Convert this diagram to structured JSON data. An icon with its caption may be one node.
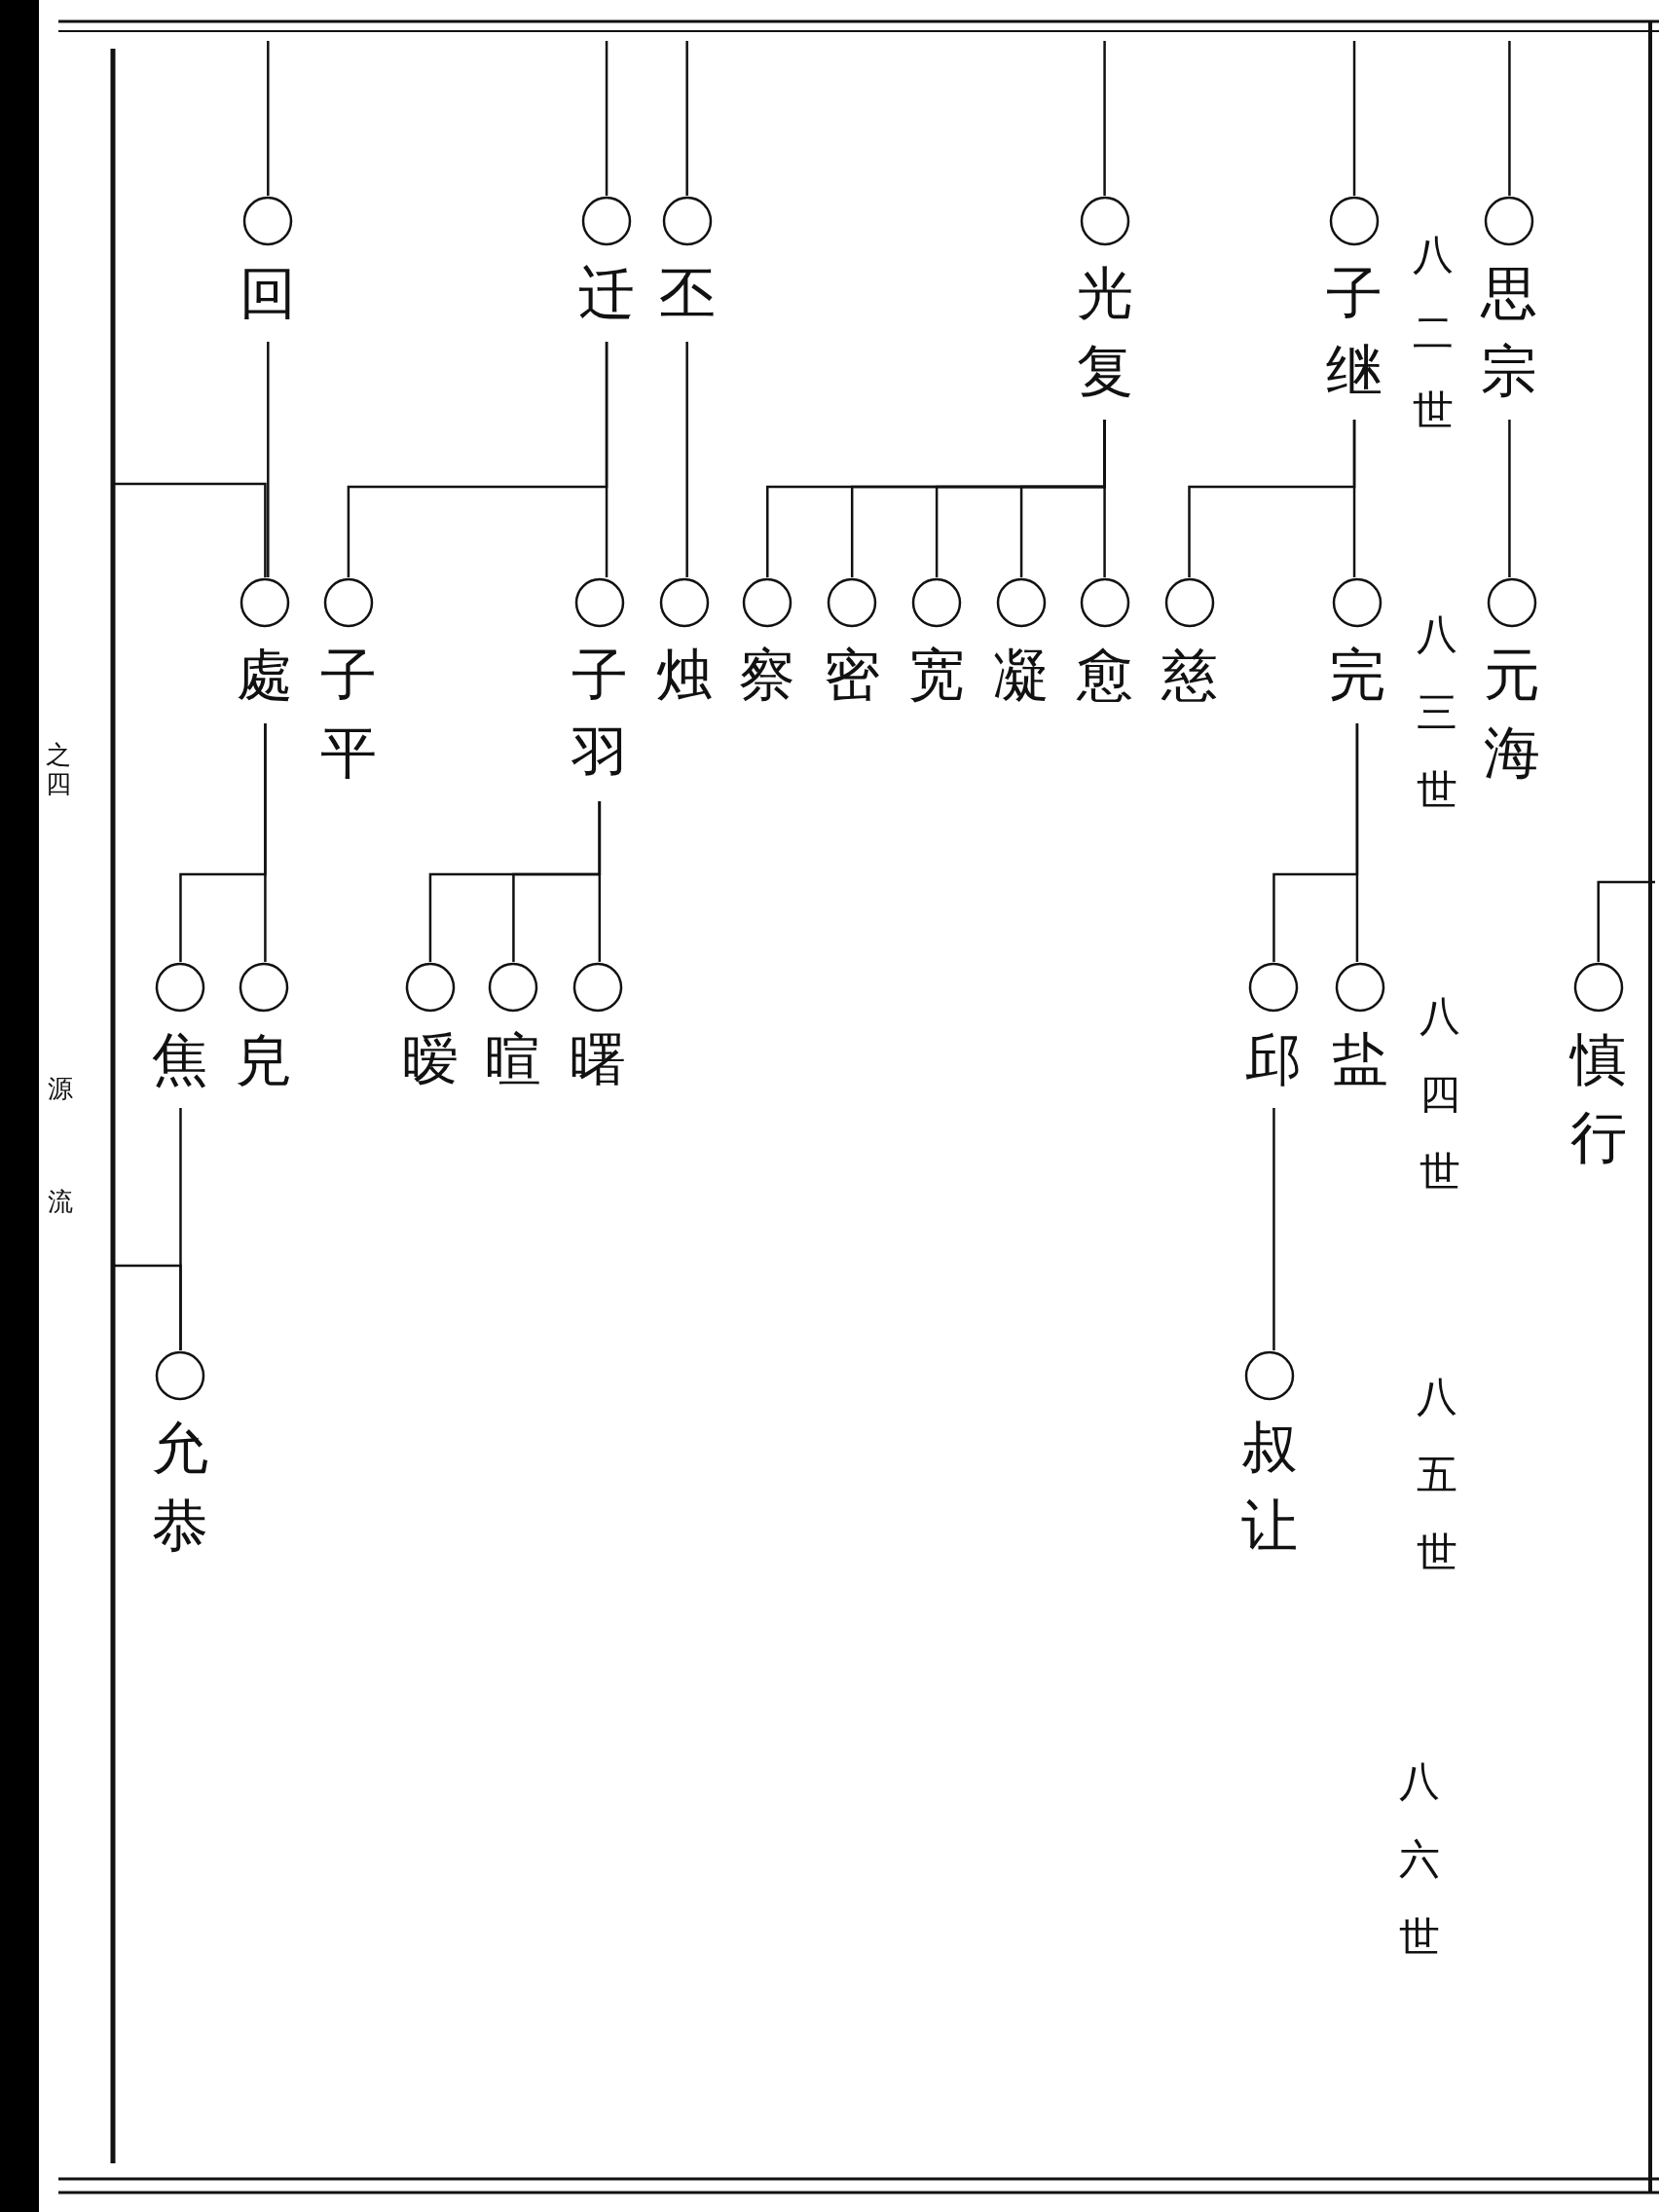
{
  "diagram": {
    "nodes": [
      {
        "text": [
          "回"
        ]
      },
      {
        "text": [
          "迁"
        ]
      },
      {
        "text": [
          "丕"
        ]
      },
      {
        "text": [
          "光复"
        ]
      },
      {
        "text": [
          "子继"
        ]
      },
      {
        "text": [
          "思宗"
        ]
      },
      {
        "text": [
          "處"
        ]
      },
      {
        "text": [
          "子平"
        ]
      },
      {
        "text": [
          "子羽"
        ]
      },
      {
        "text": [
          "烛"
        ]
      },
      {
        "text": [
          "察"
        ]
      },
      {
        "text": [
          "密"
        ]
      },
      {
        "text": [
          "宽"
        ]
      },
      {
        "text": [
          "凝"
        ]
      },
      {
        "text": [
          "愈"
        ]
      },
      {
        "text": [
          "慈"
        ]
      },
      {
        "text": [
          "完"
        ]
      },
      {
        "text": [
          "元海"
        ]
      },
      {
        "text": [
          "焦"
        ]
      },
      {
        "text": [
          "皃"
        ]
      },
      {
        "text": [
          "暧"
        ]
      },
      {
        "text": [
          "暄"
        ]
      },
      {
        "text": [
          "曙"
        ]
      },
      {
        "text": [
          "邱"
        ]
      },
      {
        "text": [
          "盐"
        ]
      },
      {
        "text": [
          "慎行"
        ]
      },
      {
        "text": [
          "允恭"
        ]
      },
      {
        "text": [
          "叔让"
        ]
      }
    ],
    "edges": [
      {
        "from": null,
        "to": 0,
        "arrow": "none"
      },
      {
        "from": null,
        "to": 1,
        "arrow": "none"
      },
      {
        "from": null,
        "to": 2,
        "arrow": "none"
      },
      {
        "from": null,
        "to": 3,
        "arrow": "none"
      },
      {
        "from": null,
        "to": 4,
        "arrow": "none"
      },
      {
        "from": null,
        "to": 5,
        "arrow": "none"
      },
      {
        "from": null,
        "to": 6,
        "arrow": "none"
      },
      {
        "from": 0,
        "to": 6,
        "arrow": "none"
      },
      {
        "from": 1,
        "to": 7,
        "arrow": "none"
      },
      {
        "from": 1,
        "to": 8,
        "arrow": "none"
      },
      {
        "from": 2,
        "to": 9,
        "arrow": "none"
      },
      {
        "from": 3,
        "to": 10,
        "arrow": "none"
      },
      {
        "from": 3,
        "to": 11,
        "arrow": "none"
      },
      {
        "from": 3,
        "to": 12,
        "arrow": "none"
      },
      {
        "from": 3,
        "to": 13,
        "arrow": "none"
      },
      {
        "from": 3,
        "to": 14,
        "arrow": "none"
      },
      {
        "from": 4,
        "to": 15,
        "arrow": "none"
      },
      {
        "from": 4,
        "to": 16,
        "arrow": "none"
      },
      {
        "from": 5,
        "to": 17,
        "arrow": "none"
      },
      {
        "from": 6,
        "to": 18,
        "arrow": "none"
      },
      {
        "from": 6,
        "to": 19,
        "arrow": "none"
      },
      {
        "from": 8,
        "to": 20,
        "arrow": "none"
      },
      {
        "from": 8,
        "to": 21,
        "arrow": "none"
      },
      {
        "from": 8,
        "to": 22,
        "arrow": "none"
      },
      {
        "from": 16,
        "to": 23,
        "arrow": "none"
      },
      {
        "from": 16,
        "to": 24,
        "arrow": "none"
      },
      {
        "from": null,
        "to": 25,
        "arrow": "none"
      },
      {
        "from": 18,
        "to": 26,
        "arrow": "none"
      },
      {
        "from": null,
        "to": 26,
        "arrow": "none"
      },
      {
        "from": 23,
        "to": 27,
        "arrow": "none"
      }
    ],
    "labels": [
      "之四",
      "源流",
      "八二世",
      "八三世",
      "八四世",
      "八五世",
      "八六世"
    ]
  }
}
